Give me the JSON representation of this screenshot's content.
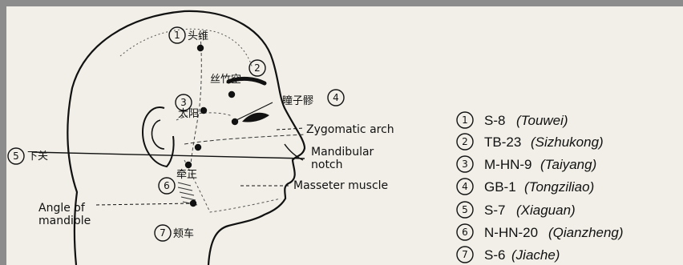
{
  "points": [
    {
      "no": "1",
      "cn": "头维"
    },
    {
      "no": "2",
      "cn": "丝竹空"
    },
    {
      "no": "3",
      "cn": "太阳"
    },
    {
      "no": "4",
      "cn": "瞳子髎"
    },
    {
      "no": "5",
      "cn": "下关"
    },
    {
      "no": "6",
      "cn": "牵正"
    },
    {
      "no": "7",
      "cn": "颊车"
    }
  ],
  "anatomy": {
    "zygomatic": "Zygomatic arch",
    "mandibular_line1": "Mandibular",
    "mandibular_line2": "notch",
    "masseter": "Masseter muscle",
    "angle_line1": "Angle of",
    "angle_line2": "mandible"
  },
  "legend": [
    {
      "no": "1",
      "code": "S-8",
      "name": "(Touwei)"
    },
    {
      "no": "2",
      "code": "TB-23",
      "name": "(Sizhukong)"
    },
    {
      "no": "3",
      "code": "M-HN-9",
      "name": "(Taiyang)"
    },
    {
      "no": "4",
      "code": "GB-1",
      "name": "(Tongziliao)"
    },
    {
      "no": "5",
      "code": "S-7",
      "name": "(Xiaguan)"
    },
    {
      "no": "6",
      "code": "N-HN-20",
      "name": "(Qianzheng)"
    },
    {
      "no": "7",
      "code": "S-6",
      "name": "(Jiache)"
    }
  ]
}
